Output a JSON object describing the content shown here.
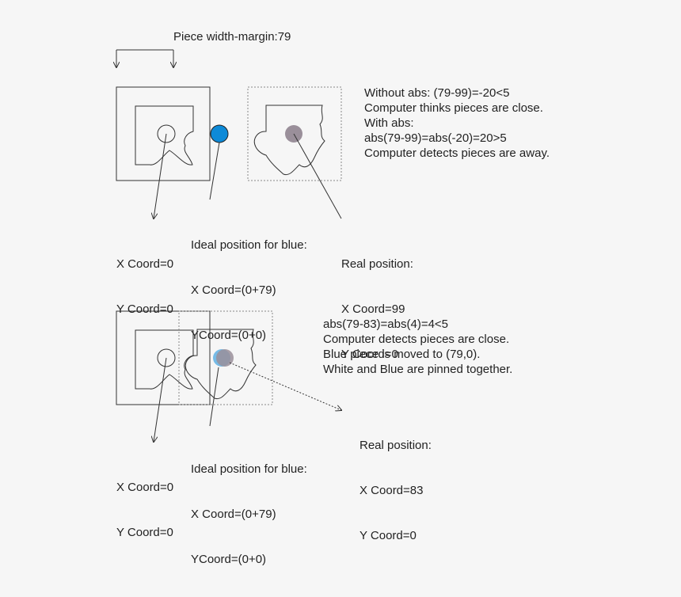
{
  "title": "Piece width-margin:79",
  "colors": {
    "blue_piece_marker": "#0d8ad8",
    "real_position_marker": "#9a8f9a",
    "line": "#333333",
    "dotted_frame": "#888888"
  },
  "scenario1": {
    "white_piece_label": [
      "X Coord=0",
      "Y Coord=0"
    ],
    "ideal_label": [
      "Ideal position for blue:",
      "X Coord=(0+79)",
      "YCoord=(0+0)"
    ],
    "real_label": [
      "Real position:",
      "X Coord=99",
      "Y Coord=0"
    ],
    "explanation": [
      "Without abs: (79-99)=-20<5",
      "Computer thinks pieces are close.",
      "With abs:",
      "abs(79-99)=abs(-20)=20>5",
      "Computer detects pieces are away."
    ]
  },
  "scenario2": {
    "white_piece_label": [
      "X Coord=0",
      "Y Coord=0"
    ],
    "ideal_label": [
      "Ideal position for blue:",
      "X Coord=(0+79)",
      "YCoord=(0+0)"
    ],
    "real_label": [
      "Real position:",
      "X Coord=83",
      "Y Coord=0"
    ],
    "explanation": [
      "abs(79-83)=abs(4)=4<5",
      "Computer detects pieces are close.",
      "Blue piece is moved to (79,0).",
      "White and Blue are pinned together."
    ]
  }
}
